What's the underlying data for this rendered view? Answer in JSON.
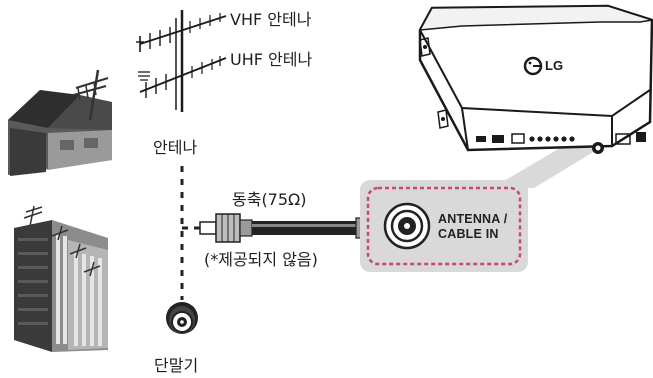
{
  "labels": {
    "vhf": "VHF 안테나",
    "uhf": "UHF 안테나",
    "antenna": "안테나",
    "coax": "동축(75Ω)",
    "not_supplied": "(*제공되지 않음)",
    "terminal": "단말기",
    "port_line1": "ANTENNA /",
    "port_line2": "CABLE IN",
    "brand": "LG"
  },
  "colors": {
    "callout_fill": "#d9d9d9",
    "callout_border": "#c8467a",
    "line": "#1a1a1a",
    "building_dark": "#3a3a3a",
    "building_mid": "#8a8a8a"
  }
}
